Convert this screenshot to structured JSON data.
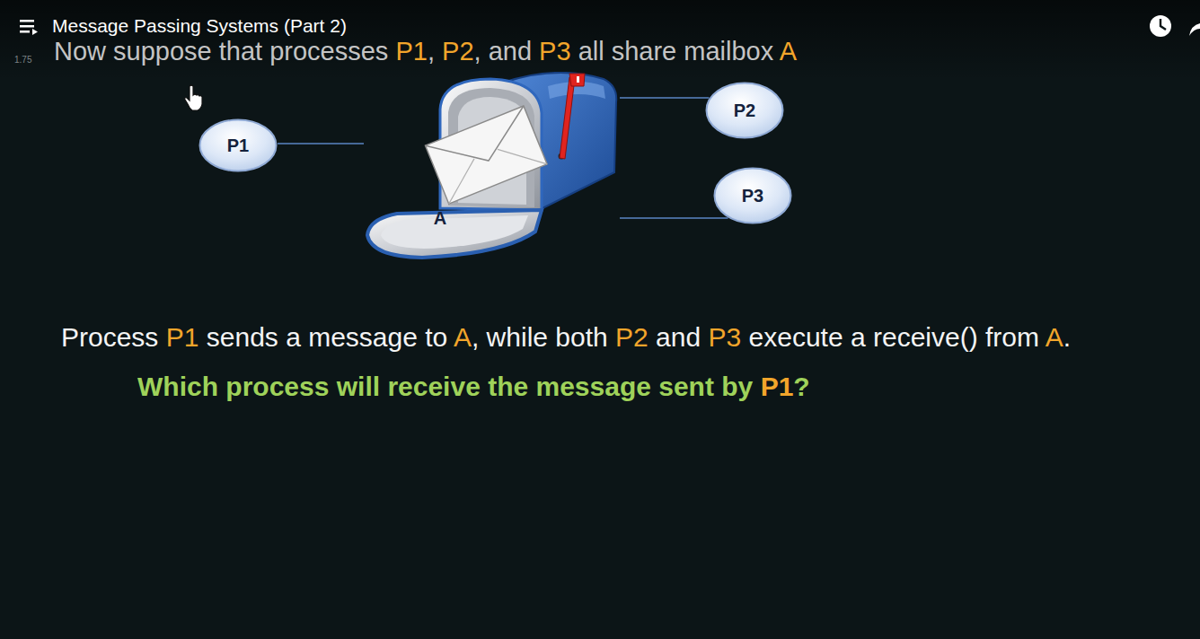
{
  "diagram": {
    "title": "Now suppose that processes P1, P2, and P3 all share mailbox A",
    "nodes": [
      {
        "text": [
          "P1"
        ]
      },
      {
        "text": [
          "A"
        ]
      },
      {
        "text": [
          "P2"
        ]
      },
      {
        "text": [
          "P3"
        ]
      }
    ],
    "edges": [
      {
        "from": 0,
        "to": 1,
        "arrow": "none"
      },
      {
        "from": 1,
        "to": 2,
        "arrow": "none"
      },
      {
        "from": 1,
        "to": 3,
        "arrow": "none"
      }
    ],
    "labels": [
      "Message Passing Systems (Part 2)",
      "1.75",
      "Process P1 sends a message to A, while both P2 and P3 execute a receive() from A.",
      "Which process will receive the message sent by P1?"
    ]
  }
}
